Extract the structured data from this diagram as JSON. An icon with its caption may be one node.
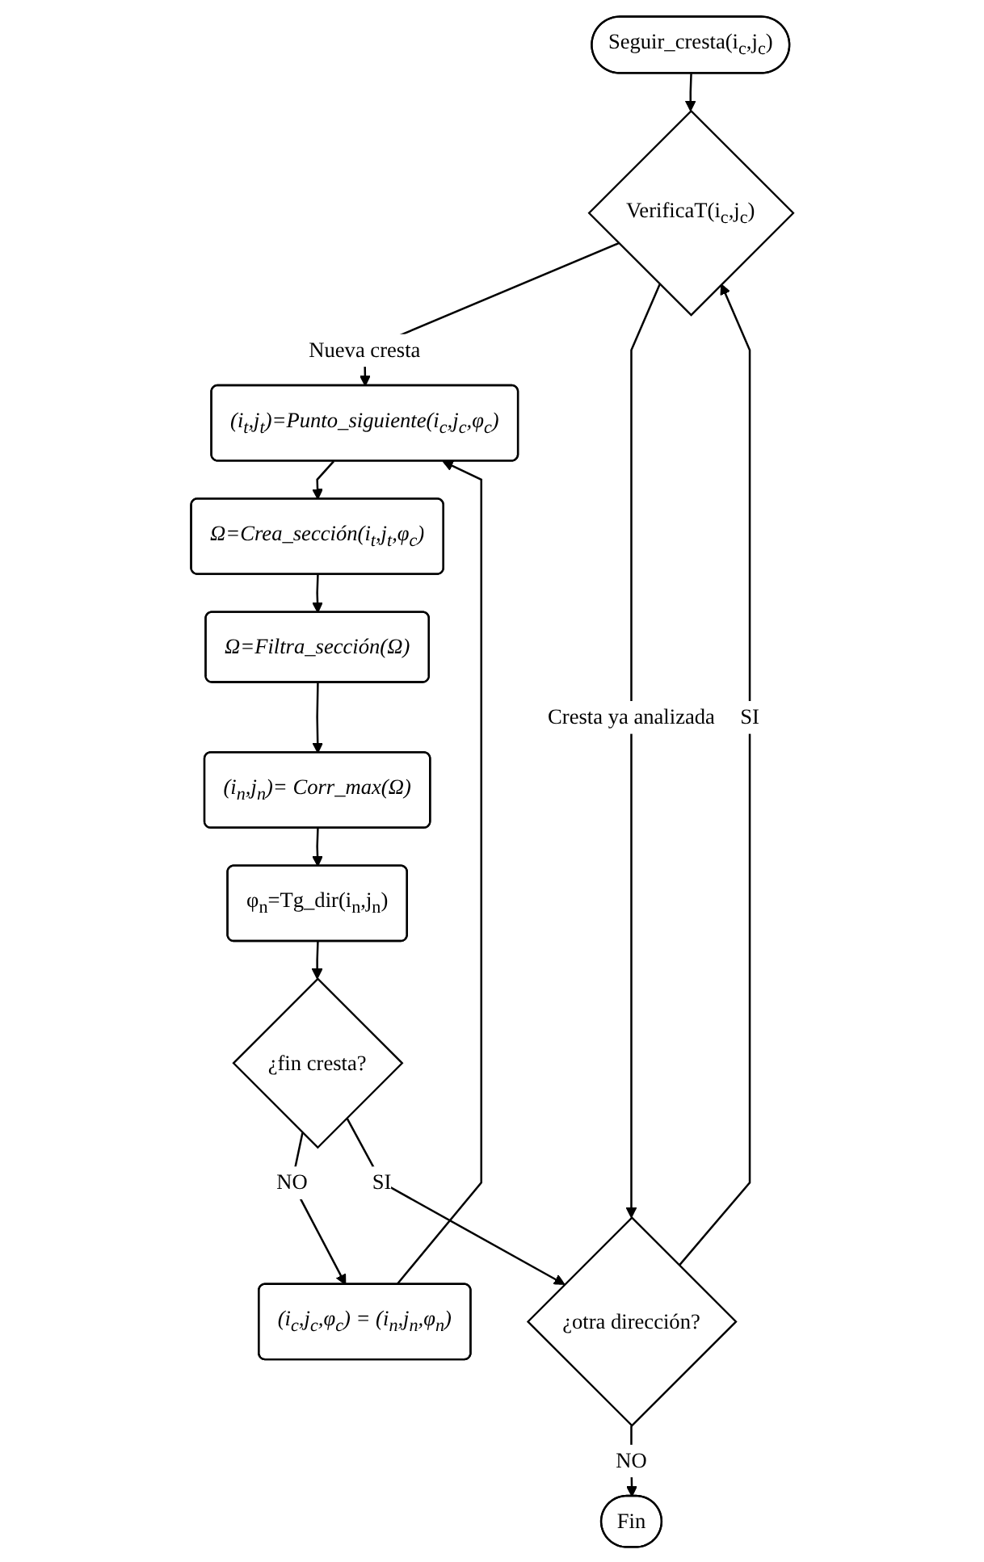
{
  "diagram": {
    "nodes": [
      {
        "text": [
          "Seguir_cresta(i$_{c}$,j$_{c}$)"
        ]
      },
      {
        "text": [
          "VerificaT(i$_{c}$,j$_{c}$)"
        ]
      },
      {
        "text": [
          "(i$_{t}$,j$_{t}$)=Punto_siguiente(i$_{c}$,j$_{c}$,φ$_{c}$)"
        ]
      },
      {
        "text": [
          "Ω=Crea_sección(i$_{t}$,j$_{t}$,φ$_{c}$)"
        ]
      },
      {
        "text": [
          "Ω=Filtra_sección(Ω)"
        ]
      },
      {
        "text": [
          "(i$_{n}$,j$_{n}$)= Corr_max(Ω)"
        ]
      },
      {
        "text": [
          "φ$_{n}$=Tg_dir(i$_{n}$,j$_{n}$)"
        ]
      },
      {
        "text": [
          "¿fin cresta?"
        ]
      },
      {
        "text": [
          "(i$_{c}$,j$_{c}$,φ$_{c}$) = (i$_{n}$,j$_{n}$,φ$_{n}$)"
        ]
      },
      {
        "text": [
          "¿otra dirección?"
        ]
      },
      {
        "text": [
          "Fin"
        ]
      }
    ],
    "edges": [
      {
        "from": 0,
        "to": 1,
        "arrow": "to"
      },
      {
        "from": 1,
        "to": 2,
        "arrow": "to",
        "label": "Nueva cresta"
      },
      {
        "from": 1,
        "to": 9,
        "arrow": "to",
        "label": "Cresta ya analizada"
      },
      {
        "from": 2,
        "to": 3,
        "arrow": "to"
      },
      {
        "from": 3,
        "to": 4,
        "arrow": "to"
      },
      {
        "from": 4,
        "to": 5,
        "arrow": "to"
      },
      {
        "from": 5,
        "to": 6,
        "arrow": "to"
      },
      {
        "from": 6,
        "to": 7,
        "arrow": "to"
      },
      {
        "from": 7,
        "to": 8,
        "arrow": "to",
        "label": "NO"
      },
      {
        "from": 8,
        "to": 2,
        "arrow": "to"
      },
      {
        "from": 7,
        "to": 9,
        "arrow": "to",
        "label": "SI"
      },
      {
        "from": 9,
        "to": 1,
        "arrow": "to",
        "label": "SI"
      },
      {
        "from": 9,
        "to": 10,
        "arrow": "to",
        "label": "NO"
      }
    ]
  }
}
